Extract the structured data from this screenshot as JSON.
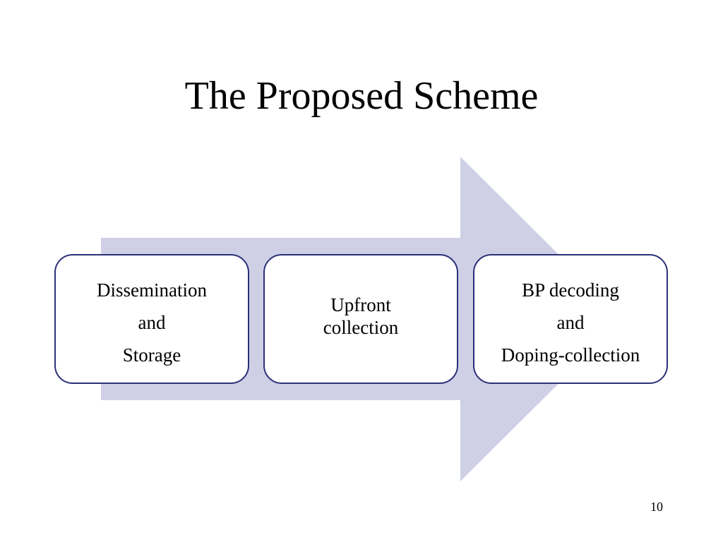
{
  "slide": {
    "title": "The Proposed Scheme",
    "page_number": "10"
  },
  "colors": {
    "arrow_fill": "#cfd0e6",
    "box_border": "#2b2f7a",
    "box_fill": "#ffffff",
    "text": "#000000"
  },
  "steps": [
    {
      "lines": [
        "Dissemination",
        "and",
        "Storage"
      ]
    },
    {
      "lines": [
        "Upfront",
        "collection"
      ]
    },
    {
      "lines": [
        "BP decoding",
        "and",
        "Doping-collection"
      ]
    }
  ]
}
